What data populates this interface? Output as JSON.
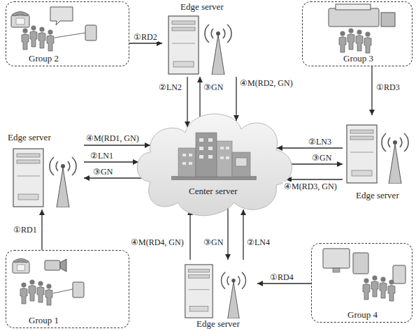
{
  "diagram": {
    "nodes": [
      {
        "text": [
          "Group 2"
        ]
      },
      {
        "text": [
          "Edge server"
        ]
      },
      {
        "text": [
          "Group 3"
        ]
      },
      {
        "text": [
          "Edge server"
        ]
      },
      {
        "text": [
          "Center server"
        ]
      },
      {
        "text": [
          "Edge server"
        ]
      },
      {
        "text": [
          "Group 1"
        ]
      },
      {
        "text": [
          "Edge server"
        ]
      },
      {
        "text": [
          "Group 4"
        ]
      }
    ],
    "edges": [
      {
        "from": 0,
        "to": 1,
        "arrow": "to",
        "label": "①RD2"
      },
      {
        "from": 1,
        "to": 4,
        "arrow": "to",
        "label": "②LN2"
      },
      {
        "from": 4,
        "to": 1,
        "arrow": "to",
        "label": "③GN"
      },
      {
        "from": 1,
        "to": 4,
        "arrow": "to",
        "label": "④M(RD2, GN)"
      },
      {
        "from": 3,
        "to": 4,
        "arrow": "to",
        "label": "④M(RD1, GN)"
      },
      {
        "from": 3,
        "to": 4,
        "arrow": "to",
        "label": "②LN1"
      },
      {
        "from": 4,
        "to": 3,
        "arrow": "to",
        "label": "③GN"
      },
      {
        "from": 6,
        "to": 3,
        "arrow": "to",
        "label": "①RD1"
      },
      {
        "from": 2,
        "to": 5,
        "arrow": "to",
        "label": "①RD3"
      },
      {
        "from": 5,
        "to": 4,
        "arrow": "to",
        "label": "②LN3"
      },
      {
        "from": 4,
        "to": 5,
        "arrow": "to",
        "label": "③GN"
      },
      {
        "from": 5,
        "to": 4,
        "arrow": "to",
        "label": "④M(RD3, GN)"
      },
      {
        "from": 7,
        "to": 4,
        "arrow": "to",
        "label": "④M(RD4, GN)"
      },
      {
        "from": 4,
        "to": 7,
        "arrow": "to",
        "label": "③GN"
      },
      {
        "from": 7,
        "to": 4,
        "arrow": "to",
        "label": "②LN4"
      },
      {
        "from": 8,
        "to": 7,
        "arrow": "to",
        "label": "①RD4"
      }
    ]
  }
}
